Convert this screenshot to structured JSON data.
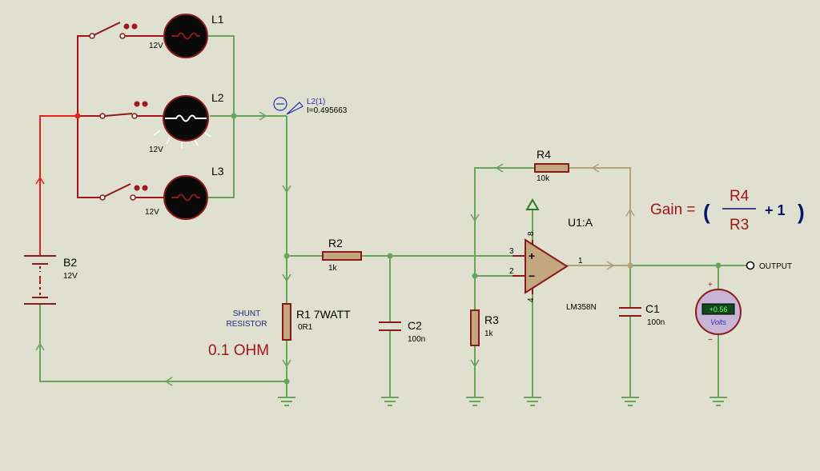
{
  "lamps": {
    "l1": {
      "name": "L1",
      "voltage": "12V"
    },
    "l2": {
      "name": "L2",
      "voltage": "12V"
    },
    "l3": {
      "name": "L3",
      "voltage": "12V"
    }
  },
  "probe": {
    "name": "L2(1)",
    "reading": "I=0.495663"
  },
  "battery": {
    "name": "B2",
    "value": "12V"
  },
  "r1": {
    "name": "R1 7WATT",
    "value": "0R1"
  },
  "shunt": {
    "line1": "SHUNT",
    "line2": "RESISTOR"
  },
  "shunt_value": "0.1 OHM",
  "r2": {
    "name": "R2",
    "value": "1k"
  },
  "c2": {
    "name": "C2",
    "value": "100n"
  },
  "r3": {
    "name": "R3",
    "value": "1k"
  },
  "r4": {
    "name": "R4",
    "value": "10k"
  },
  "opamp": {
    "name": "U1:A",
    "part": "LM358N",
    "pin3": "3",
    "pin2": "2",
    "pin1": "1",
    "pin8": "8",
    "pin4": "4",
    "plus": "+",
    "minus": "−"
  },
  "c1": {
    "name": "C1",
    "value": "100n"
  },
  "output_label": "OUTPUT",
  "voltmeter": {
    "reading": "+0.56",
    "unit": "Volts",
    "plus": "+",
    "minus": "−"
  },
  "gain": {
    "prefix": "Gain =",
    "numerator": "R4",
    "denominator": "R3",
    "suffix": "+ 1",
    "open_paren": "(",
    "close_paren": ")"
  },
  "colors": {
    "wire_green": "#6aa35a",
    "wire_red": "#e8221c",
    "wire_tan": "#b3a178",
    "component": "#8b1a1a",
    "background": "#e0e0d0"
  }
}
